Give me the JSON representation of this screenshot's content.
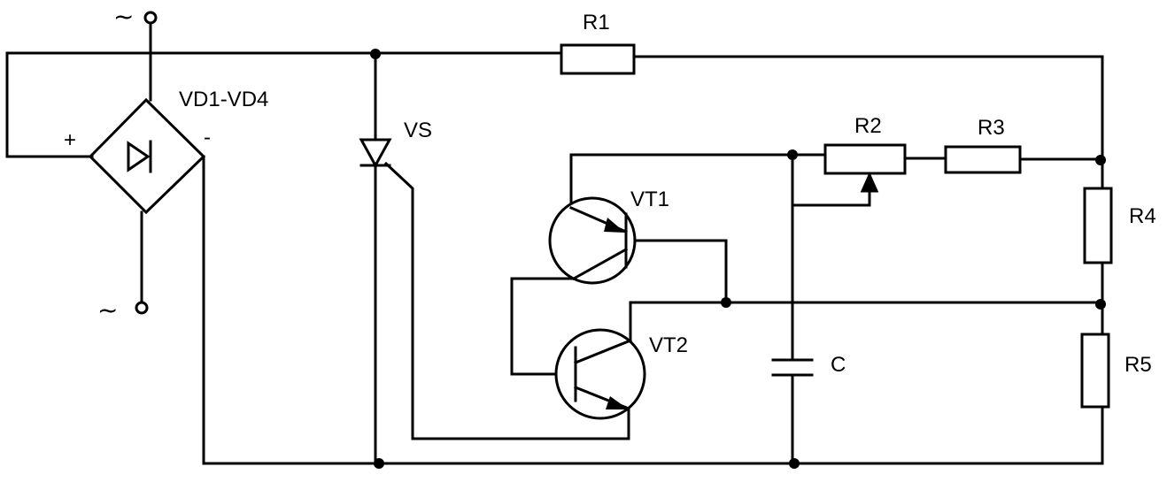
{
  "labels": {
    "r1": "R1",
    "r2": "R2",
    "r3": "R3",
    "r4": "R4",
    "r5": "R5",
    "vd": "VD1-VD4",
    "vs": "VS",
    "vt1": "VT1",
    "vt2": "VT2",
    "c": "C",
    "plus": "+",
    "minus": "-",
    "ac_top": "~",
    "ac_bottom": "~"
  }
}
